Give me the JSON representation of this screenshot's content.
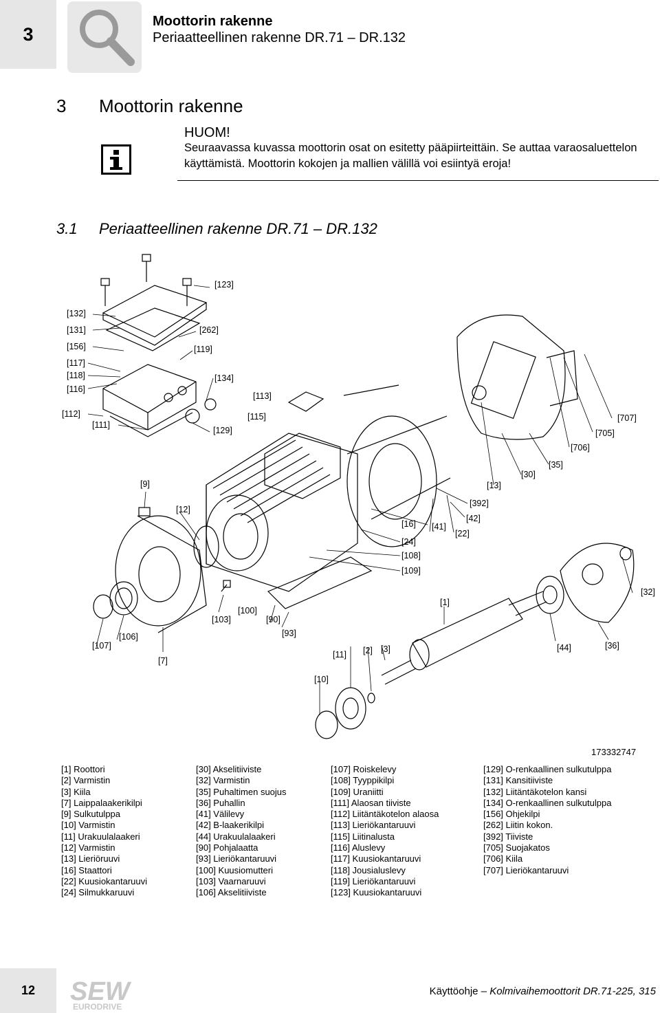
{
  "header": {
    "chapter_number": "3",
    "title": "Moottorin rakenne",
    "subtitle": "Periaatteellinen rakenne DR.71 – DR.132"
  },
  "section": {
    "number": "3",
    "title": "Moottorin rakenne"
  },
  "note": {
    "title": "HUOM!",
    "text": "Seuraavassa kuvassa moottorin osat on esitetty pääpiirteittäin. Se auttaa varaosaluettelon käyttämistä. Moottorin kokojen ja mallien välillä voi esiintyä eroja!"
  },
  "subsection": {
    "number": "3.1",
    "title": "Periaatteellinen rakenne DR.71 – DR.132"
  },
  "figure": {
    "id": "173332747",
    "callouts": [
      "[123]",
      "[132]",
      "[131]",
      "[262]",
      "[156]",
      "[119]",
      "[117]",
      "[118]",
      "[116]",
      "[134]",
      "[113]",
      "[112]",
      "[111]",
      "[115]",
      "[129]",
      "[707]",
      "[705]",
      "[706]",
      "[35]",
      "[30]",
      "[13]",
      "[9]",
      "[392]",
      "[12]",
      "[42]",
      "[16]",
      "[41]",
      "[22]",
      "[24]",
      "[108]",
      "[109]",
      "[32]",
      "[1]",
      "[100]",
      "[103]",
      "[90]",
      "[106]",
      "[93]",
      "[107]",
      "[11]",
      "[2]",
      "[3]",
      "[44]",
      "[36]",
      "[7]",
      "[10]"
    ]
  },
  "legend": {
    "col1": [
      "[1] Roottori",
      "[2] Varmistin",
      "[3] Kiila",
      "[7] Laippalaakerikilpi",
      "[9] Sulkutulppa",
      "[10] Varmistin",
      "[11] Urakuulalaakeri",
      "[12] Varmistin",
      "[13] Lieriöruuvi",
      "[16] Staattori",
      "[22] Kuusiokantaruuvi",
      "[24] Silmukkaruuvi"
    ],
    "col2": [
      "[30] Akselitiiviste",
      "[32] Varmistin",
      "[35] Puhaltimen suojus",
      "[36] Puhallin",
      "[41] Välilevy",
      "[42] B-laakerikilpi",
      "[44] Urakuulalaakeri",
      "[90] Pohjalaatta",
      "[93] Lieriökantaruuvi",
      "[100] Kuusiomutteri",
      "[103] Vaarnaruuvi",
      "[106] Akselitiiviste"
    ],
    "col3": [
      "[107] Roiskelevy",
      "[108] Tyyppikilpi",
      "[109] Uraniitti",
      "[111] Alaosan tiiviste",
      "[112] Liitäntäkotelon alaosa",
      "[113] Lieriökantaruuvi",
      "[115] Liitinalusta",
      "[116] Aluslevy",
      "[117] Kuusiokantaruuvi",
      "[118] Jousialuslevy",
      "[119] Lieriökantaruuvi",
      "[123] Kuusiokantaruuvi"
    ],
    "col4": [
      "[129] O-renkaallinen sulkutulppa",
      "[131] Kansitiiviste",
      "[132] Liitäntäkotelon kansi",
      "[134] O-renkaallinen sulkutulppa",
      "[156] Ohjekilpi",
      "[262] Liitin kokon.",
      "[392] Tiiviste",
      "[705] Suojakatos",
      "[706] Kiila",
      "[707] Lieriökantaruuvi"
    ]
  },
  "footer": {
    "page_number": "12",
    "doc_type": "Käyttöohje",
    "doc_title": "Kolmivaihemoottorit DR.71-225, 315",
    "logo_text": "SEW",
    "logo_subtext": "EURODRIVE"
  }
}
